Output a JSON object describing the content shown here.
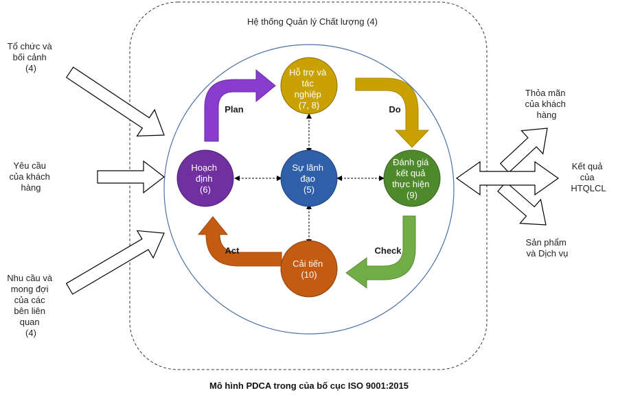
{
  "system": {
    "title": "Hệ thống Quản lý Chất lượng (4)"
  },
  "inputs": {
    "context": [
      "Tổ chức và",
      "bối cảnh",
      "(4)"
    ],
    "requirements": [
      "Yêu cầu",
      "của khách",
      "hàng"
    ],
    "stakeholders": [
      "Nhu cầu và",
      "mong đợi",
      "của các",
      "bên liên",
      "quan",
      "(4)"
    ]
  },
  "outputs": {
    "satisfaction": [
      "Thỏa mãn",
      "của khách",
      "hàng"
    ],
    "results": [
      "Kết quả",
      "của",
      "HTQLCL"
    ],
    "products": [
      "Sản phẩm",
      "và Dịch vụ"
    ]
  },
  "nodes": {
    "leadership": {
      "lines": [
        "Sự lãnh",
        "đạo",
        "(5)"
      ],
      "color": "#2e5fa8"
    },
    "support": {
      "lines": [
        "Hỗ trợ và",
        "tác",
        "nghiệp",
        "(7, 8)"
      ],
      "color": "#c9a100"
    },
    "planning": {
      "lines": [
        "Hoạch",
        "định",
        "(6)"
      ],
      "color": "#7030a0"
    },
    "evaluation": {
      "lines": [
        "Đánh giá",
        "kết quả",
        "thực hiện",
        "(9)"
      ],
      "color": "#4e8a2c"
    },
    "improvement": {
      "lines": [
        "Cải tiến",
        "(10)"
      ],
      "color": "#c55a11"
    }
  },
  "cycle": {
    "plan": {
      "label": "Plan",
      "color": "#8a3ccf"
    },
    "do": {
      "label": "Do",
      "color": "#c9a100"
    },
    "check": {
      "label": "Check",
      "color": "#70ad47"
    },
    "act": {
      "label": "Act",
      "color": "#c55a11"
    }
  },
  "caption": "Mô hình PDCA trong của bố cục ISO 9001:2015"
}
